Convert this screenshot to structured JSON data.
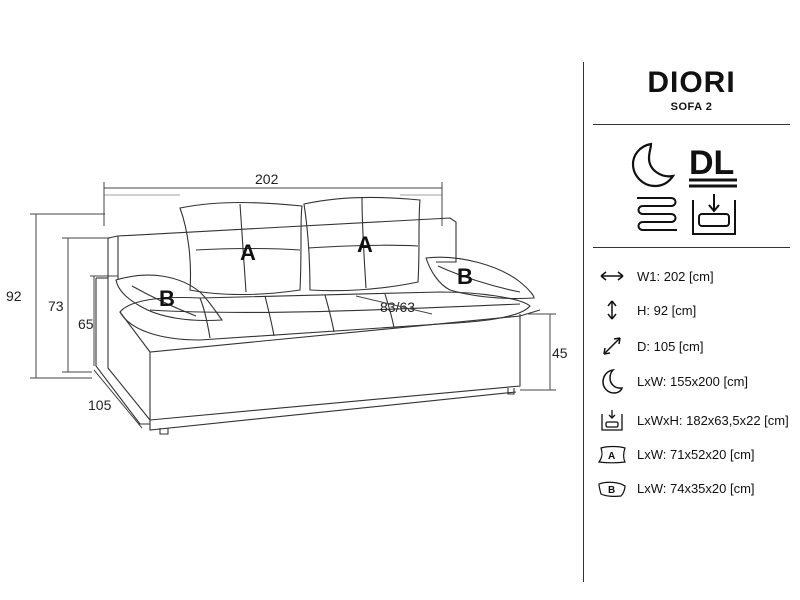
{
  "product": {
    "name": "DIORI",
    "subtitle": "SOFA 2",
    "dl_badge": "DL"
  },
  "dimensions": {
    "width": "202",
    "height": "92",
    "arm_height": "73",
    "seat_height_side": "65",
    "seat_height_front": "45",
    "depth": "105",
    "seat_depth": "83/63"
  },
  "pillow_labels": {
    "a_left": "A",
    "a_right": "A",
    "b_left": "B",
    "b_right": "B"
  },
  "specs": [
    {
      "icon": "width-arrows-icon",
      "text": "W1: 202 [cm]"
    },
    {
      "icon": "height-arrows-icon",
      "text": "H: 92 [cm]"
    },
    {
      "icon": "depth-arrows-icon",
      "text": "D: 105 [cm]"
    },
    {
      "icon": "moon-icon",
      "text": "LxW: 155x200 [cm]"
    },
    {
      "icon": "storage-box-icon",
      "text": "LxWxH: 182x63,5x22 [cm]"
    },
    {
      "icon": "pillow-a-icon",
      "label": "A",
      "text": "LxW: 71x52x20 [cm]"
    },
    {
      "icon": "pillow-b-icon",
      "label": "B",
      "text": "LxW: 74x35x20 [cm]"
    }
  ]
}
